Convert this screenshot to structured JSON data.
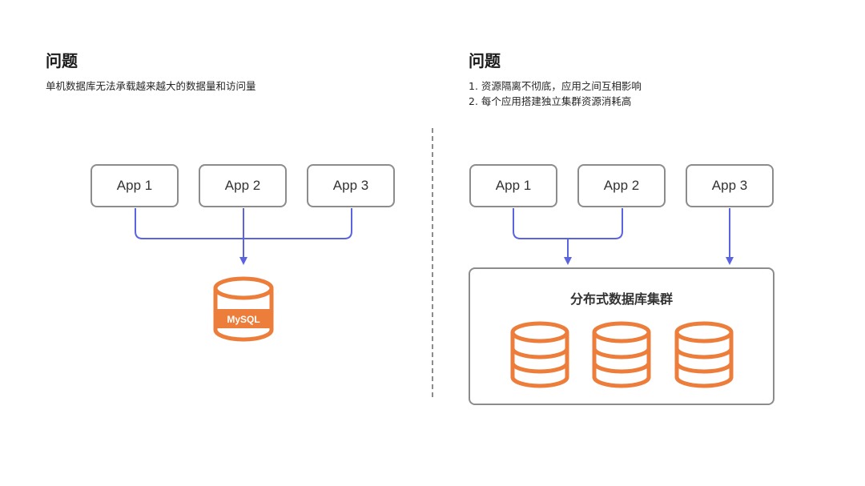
{
  "left": {
    "title": "问题",
    "description": "单机数据库无法承载越来越大的数据量和访问量",
    "apps": [
      "App 1",
      "App 2",
      "App 3"
    ],
    "database_label": "MySQL"
  },
  "right": {
    "title": "问题",
    "points": [
      "1. 资源隔离不彻底，应用之间互相影响",
      "2. 每个应用搭建独立集群资源消耗高"
    ],
    "apps": [
      "App 1",
      "App 2",
      "App 3"
    ],
    "cluster_title": "分布式数据库集群"
  },
  "colors": {
    "arrow": "#5a63e0",
    "database": "#ec7d3a",
    "box_border": "#8c8c8c",
    "divider": "#8c8c8c"
  }
}
